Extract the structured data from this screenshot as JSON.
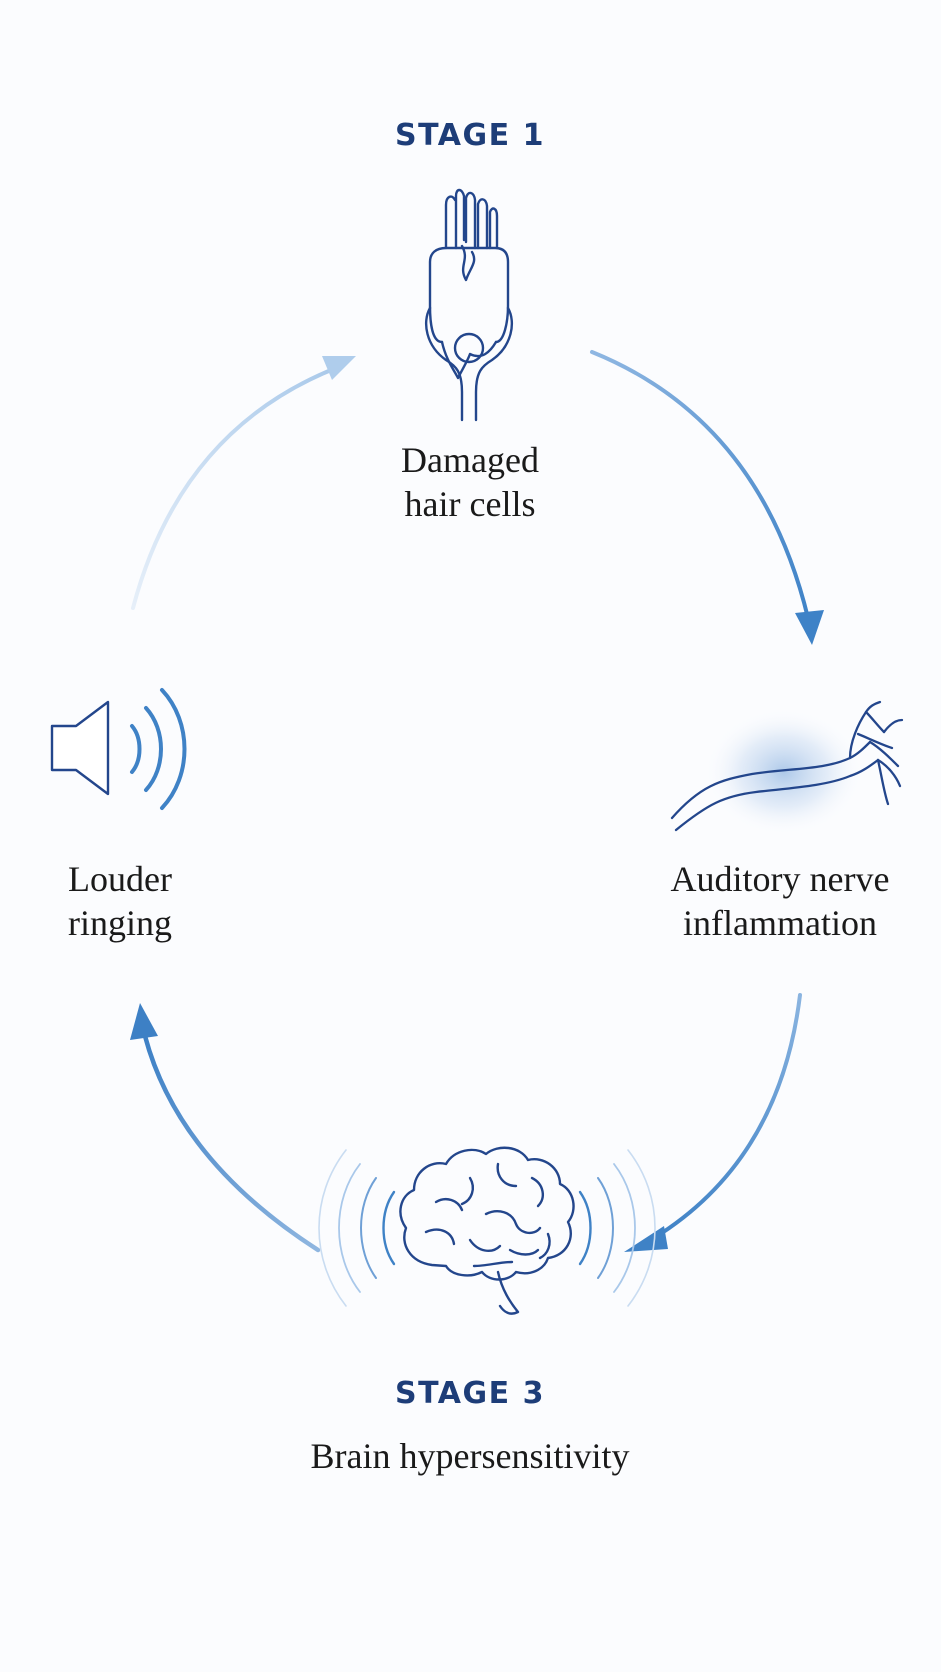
{
  "stages": {
    "stage1": {
      "title": "STAGE 1",
      "label_line1": "Damaged",
      "label_line2": "hair cells"
    },
    "nerve": {
      "label_line1": "Auditory nerve",
      "label_line2": "inflammation"
    },
    "stage3": {
      "title": "STAGE 3",
      "label": "Brain hypersensitivity"
    },
    "ringing": {
      "label_line1": "Louder",
      "label_line2": "ringing"
    }
  },
  "icons": {
    "stage1": "hair-cell-icon",
    "nerve": "nerve-icon",
    "stage3": "brain-icon",
    "ringing": "speaker-icon"
  },
  "colors": {
    "title": "#1d3d78",
    "icon": "#23468c",
    "arrow": "#3d7fc4",
    "arrow_light": "#b9d4ee",
    "glow": "#7aa8dc",
    "text": "#1a1a1a",
    "background": "#fbfcfe"
  }
}
